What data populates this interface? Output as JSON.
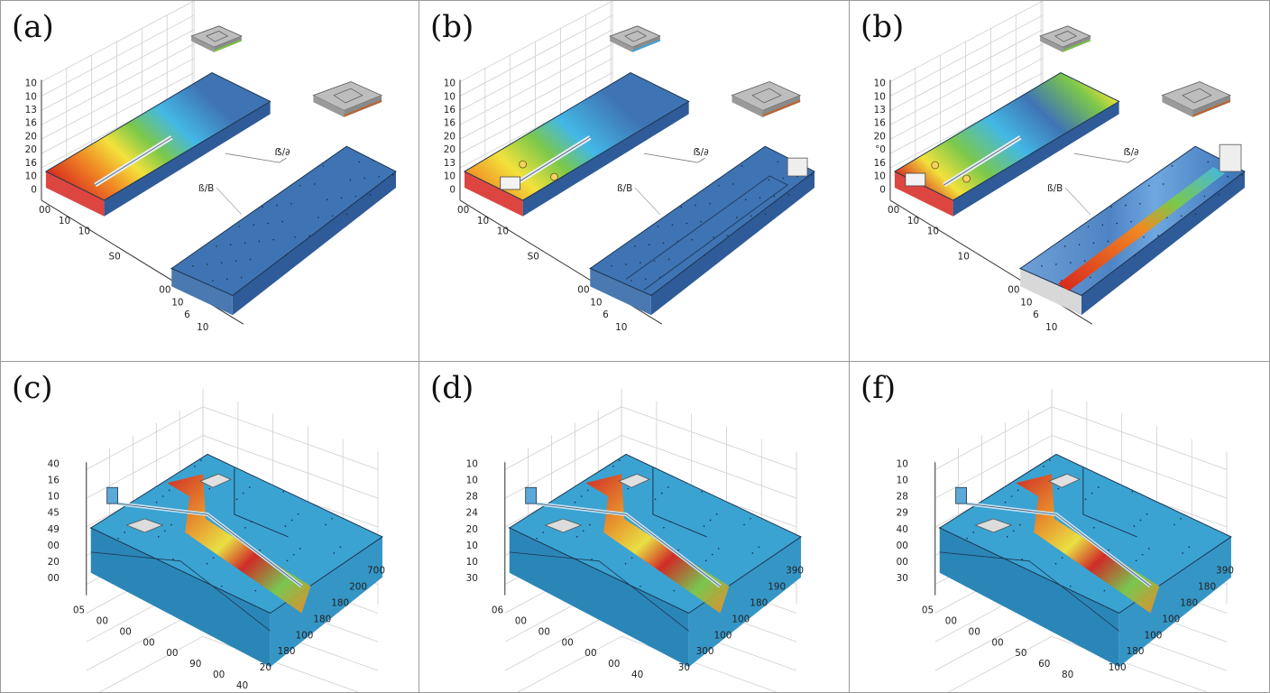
{
  "figure": {
    "colors": {
      "slab_blue": "#3f74b4",
      "slab_blue_bottom": "#2f5b98",
      "cyan": "#43b8e6",
      "green": "#7cc84a",
      "yellow": "#f2e23c",
      "orange": "#f08a24",
      "red": "#d7261e",
      "block_top": "#3aa3d2",
      "block_side": "#2b86b8"
    },
    "panels": [
      {
        "id": "a",
        "label": "(a)",
        "y_ticks": [
          "10",
          "10",
          "13",
          "16",
          "20",
          "20",
          "16",
          "10",
          "0"
        ],
        "x_ticks": [
          "00",
          "10",
          "10"
        ],
        "mid_tick": "S0",
        "slab_ticks": [
          "00",
          "10",
          "6",
          "10"
        ],
        "callout": "ß/B",
        "callout2": "ẞ/∂"
      },
      {
        "id": "b",
        "label": "(b)",
        "y_ticks": [
          "10",
          "10",
          "16",
          "16",
          "20",
          "20",
          "13",
          "10",
          "0"
        ],
        "x_ticks": [
          "00",
          "10",
          "10"
        ],
        "mid_tick": "S0",
        "slab_ticks": [
          "00",
          "10",
          "6",
          "10"
        ],
        "callout": "ß/B",
        "callout2": "ẞ/∂"
      },
      {
        "id": "b2",
        "label": "(b)",
        "y_ticks": [
          "10",
          "10",
          "13",
          "16",
          "20",
          "°0",
          "16",
          "10",
          "0"
        ],
        "x_ticks": [
          "00",
          "10",
          "10"
        ],
        "mid_tick": "10",
        "slab_ticks": [
          "00",
          "10",
          "6",
          "10"
        ],
        "callout": "ß/B",
        "callout2": "ẞ/∂"
      },
      {
        "id": "c",
        "label": "(c)",
        "y_ticks": [
          "40",
          "16",
          "10",
          "45",
          "49",
          "00",
          "20",
          "00"
        ],
        "front_ticks": [
          "05",
          "00",
          "00",
          "00",
          "00",
          "90",
          "00",
          "40"
        ],
        "side_ticks": [
          "20",
          "180",
          "100",
          "180",
          "180",
          "200",
          "700"
        ]
      },
      {
        "id": "d",
        "label": "(d)",
        "y_ticks": [
          "10",
          "10",
          "28",
          "24",
          "20",
          "10",
          "10",
          "30"
        ],
        "front_ticks": [
          "06",
          "00",
          "00",
          "00",
          "00",
          "00",
          "40"
        ],
        "side_ticks": [
          "30",
          "300",
          "100",
          "100",
          "180",
          "190",
          "390"
        ]
      },
      {
        "id": "f",
        "label": "(f)",
        "y_ticks": [
          "10",
          "10",
          "28",
          "29",
          "40",
          "00",
          "00",
          "30"
        ],
        "front_ticks": [
          "05",
          "00",
          "00",
          "00",
          "50",
          "60",
          "80"
        ],
        "side_ticks": [
          "100",
          "180",
          "100",
          "100",
          "180",
          "180",
          "390"
        ]
      }
    ]
  }
}
